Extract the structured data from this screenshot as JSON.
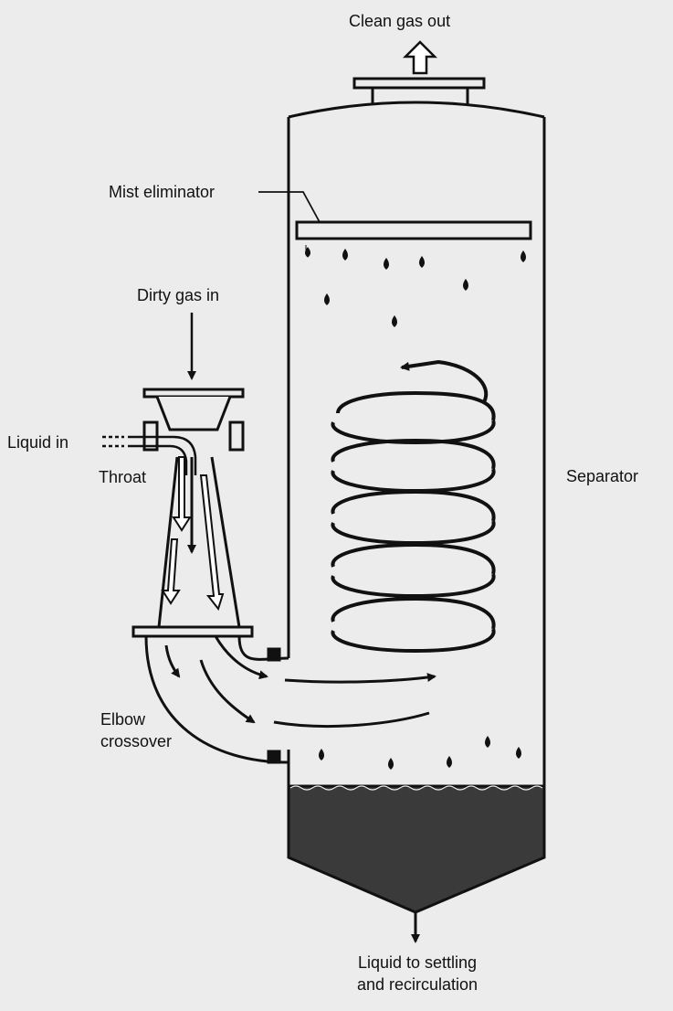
{
  "labels": {
    "clean_gas_out": "Clean gas out",
    "mist_eliminator": "Mist eliminator",
    "dirty_gas_in": "Dirty gas in",
    "liquid_in": "Liquid in",
    "throat": "Throat",
    "separator": "Separator",
    "elbow_crossover_line1": "Elbow",
    "elbow_crossover_line2": "crossover",
    "liquid_out_line1": "Liquid to settling",
    "liquid_out_line2": "and recirculation"
  },
  "colors": {
    "background": "#ececec",
    "stroke": "#111111",
    "liquid_pool": "#3a3a3a"
  }
}
